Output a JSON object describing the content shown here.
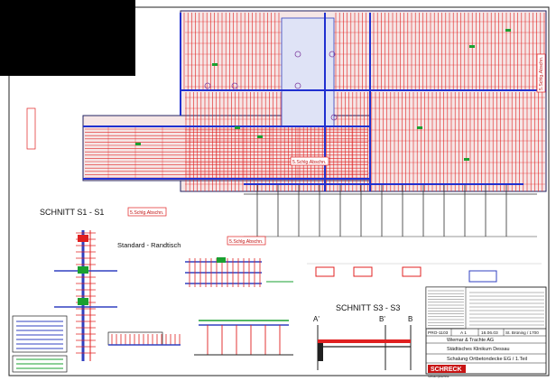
{
  "section_titles": {
    "s1": "SCHNITT   S1 - S1",
    "s3": "SCHNITT   S3 - S3"
  },
  "detail_labels": {
    "standard_edge": "Standard - Randtisch"
  },
  "section_markers": [
    "A'",
    "B'",
    "B"
  ],
  "plan_tags": [
    "5.Schlg.Abschn.",
    "5.Schlg.Abschn.",
    "5.Schlg.Abschn.",
    "5.Schlg.Abschn."
  ],
  "title_block": {
    "project_no": "PRO-1103",
    "scale": "A 1",
    "date": "16.06.03",
    "drawn_by": "St. Brüning / 1700",
    "client": "Wiemar & Trachte AG",
    "site": "Städtisches Klinikum Dessau",
    "drawing_title": "Schalung Ortbetondecke EG / 1.Teil",
    "company": "SCHRECK",
    "company_sub": "Schalungstechnik"
  },
  "colors": {
    "grid_red": "#e02020",
    "beam_blue": "#2030d0",
    "green_marks": "#1aa030",
    "ink": "#101010",
    "company_red": "#c81414"
  }
}
